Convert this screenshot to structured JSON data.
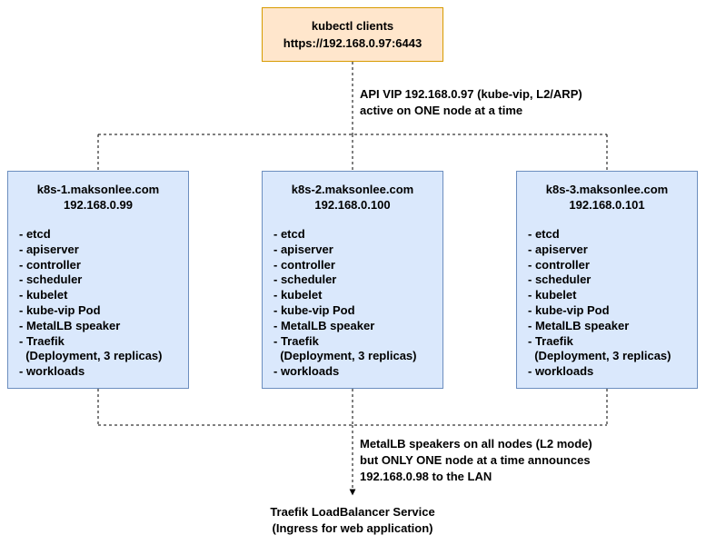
{
  "client": {
    "title": "kubectl clients",
    "url": "https://192.168.0.97:6443"
  },
  "api_vip_note": {
    "line1": "API VIP 192.168.0.97 (kube-vip, L2/ARP)",
    "line2": "active on ONE node at a time"
  },
  "nodes": [
    {
      "hostname": "k8s-1.maksonlee.com",
      "ip": "192.168.0.99",
      "components": [
        "- etcd",
        "- apiserver",
        "- controller",
        "- scheduler",
        "- kubelet",
        "- kube-vip Pod",
        "- MetalLB speaker",
        "- Traefik",
        "  (Deployment, 3 replicas)",
        "- workloads"
      ]
    },
    {
      "hostname": "k8s-2.maksonlee.com",
      "ip": "192.168.0.100",
      "components": [
        "- etcd",
        "- apiserver",
        "- controller",
        "- scheduler",
        "- kubelet",
        "- kube-vip Pod",
        "- MetalLB speaker",
        "- Traefik",
        "  (Deployment, 3 replicas)",
        "- workloads"
      ]
    },
    {
      "hostname": "k8s-3.maksonlee.com",
      "ip": "192.168.0.101",
      "components": [
        "- etcd",
        "- apiserver",
        "- controller",
        "- scheduler",
        "- kubelet",
        "- kube-vip Pod",
        "- MetalLB speaker",
        "- Traefik",
        "  (Deployment, 3 replicas)",
        "- workloads"
      ]
    }
  ],
  "metallb_note": {
    "line1": "MetalLB speakers on all nodes (L2 mode)",
    "line2": "but ONLY ONE node at a time announces",
    "line3": "192.168.0.98 to the LAN"
  },
  "service": {
    "line1": "Traefik LoadBalancer Service",
    "line2": "(Ingress for web application)"
  },
  "colors": {
    "client_fill": "#ffe6cc",
    "client_stroke": "#d79b00",
    "node_fill": "#dae8fc",
    "node_stroke": "#6c8ebf",
    "line": "#000000"
  }
}
